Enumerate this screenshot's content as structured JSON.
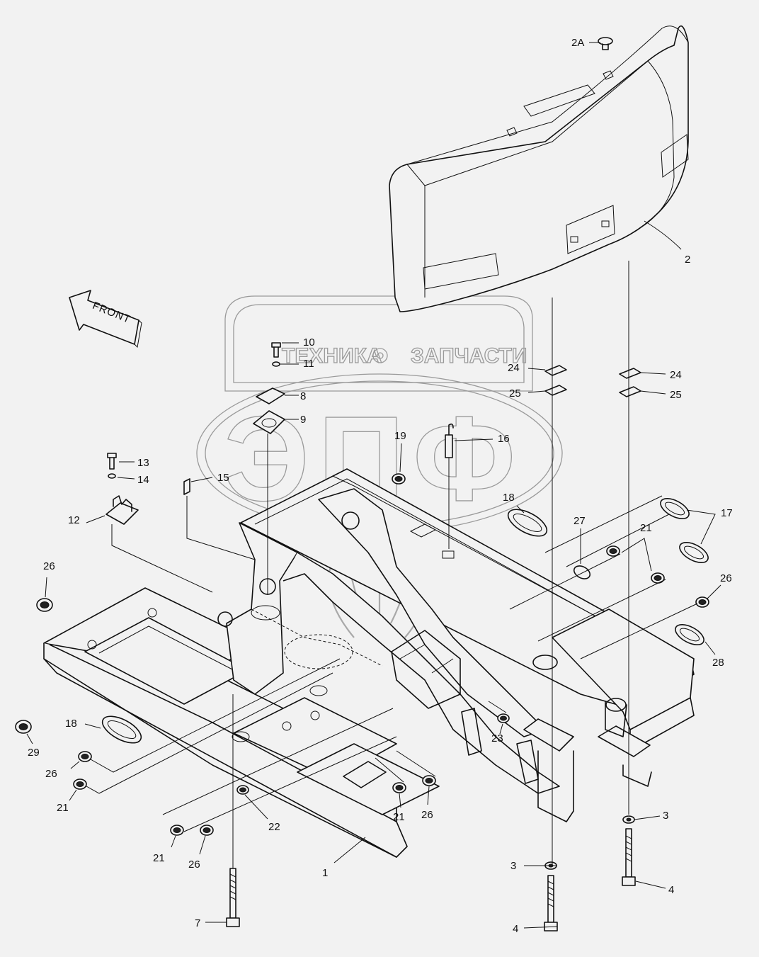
{
  "watermark": {
    "line1_left": "ТЕХНИКА",
    "line1_right": "ЗАПЧАСТИ",
    "letters": "ЭПФ"
  },
  "front_label": "FRONT",
  "callouts": [
    {
      "id": "c-2A",
      "text": "2A"
    },
    {
      "id": "c-2",
      "text": "2"
    },
    {
      "id": "c-10",
      "text": "10"
    },
    {
      "id": "c-11",
      "text": "11"
    },
    {
      "id": "c-8",
      "text": "8"
    },
    {
      "id": "c-9",
      "text": "9"
    },
    {
      "id": "c-24a",
      "text": "24"
    },
    {
      "id": "c-25a",
      "text": "25"
    },
    {
      "id": "c-24b",
      "text": "24"
    },
    {
      "id": "c-25b",
      "text": "25"
    },
    {
      "id": "c-19",
      "text": "19"
    },
    {
      "id": "c-16",
      "text": "16"
    },
    {
      "id": "c-13",
      "text": "13"
    },
    {
      "id": "c-14",
      "text": "14"
    },
    {
      "id": "c-15",
      "text": "15"
    },
    {
      "id": "c-12",
      "text": "12"
    },
    {
      "id": "c-18a",
      "text": "18"
    },
    {
      "id": "c-17",
      "text": "17"
    },
    {
      "id": "c-27",
      "text": "27"
    },
    {
      "id": "c-21a",
      "text": "21"
    },
    {
      "id": "c-26a",
      "text": "26"
    },
    {
      "id": "c-26b",
      "text": "26"
    },
    {
      "id": "c-28",
      "text": "28"
    },
    {
      "id": "c-18b",
      "text": "18"
    },
    {
      "id": "c-29",
      "text": "29"
    },
    {
      "id": "c-26c",
      "text": "26"
    },
    {
      "id": "c-21b",
      "text": "21"
    },
    {
      "id": "c-23",
      "text": "23"
    },
    {
      "id": "c-22",
      "text": "22"
    },
    {
      "id": "c-21c",
      "text": "21"
    },
    {
      "id": "c-26d",
      "text": "26"
    },
    {
      "id": "c-21d",
      "text": "21"
    },
    {
      "id": "c-26e",
      "text": "26"
    },
    {
      "id": "c-1",
      "text": "1"
    },
    {
      "id": "c-3a",
      "text": "3"
    },
    {
      "id": "c-3b",
      "text": "3"
    },
    {
      "id": "c-4a",
      "text": "4"
    },
    {
      "id": "c-4b",
      "text": "4"
    },
    {
      "id": "c-7",
      "text": "7"
    }
  ]
}
